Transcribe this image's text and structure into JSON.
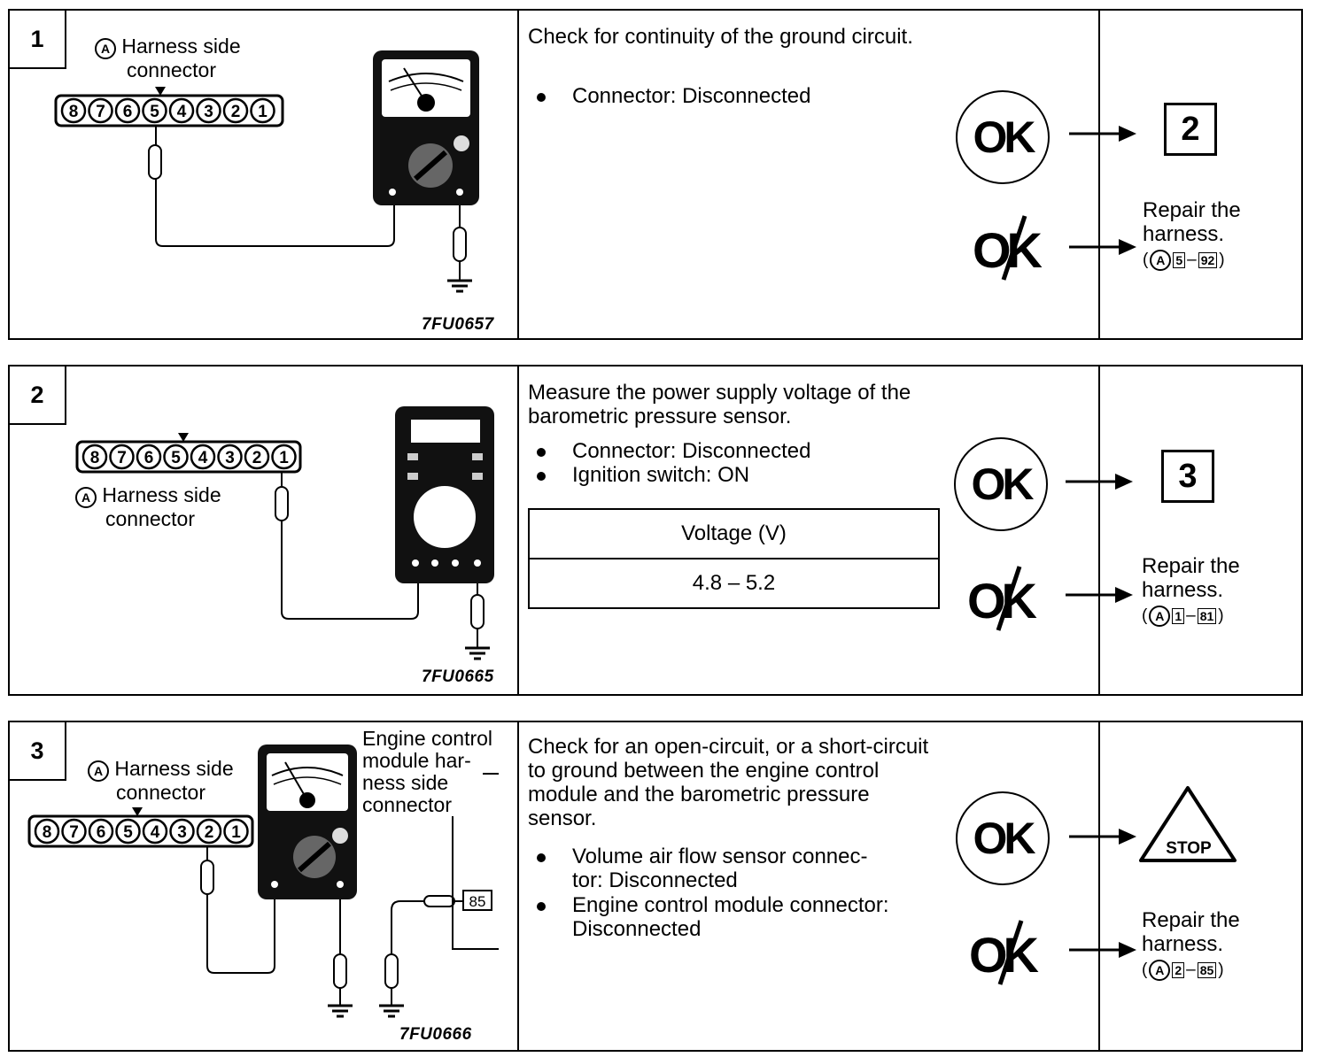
{
  "steps": [
    {
      "number": "1",
      "figure_code": "7FU0657",
      "harness_label_line1": "Harness side",
      "harness_label_line2": "connector",
      "connector_marker": "A",
      "pins": [
        "8",
        "7",
        "6",
        "5",
        "4",
        "3",
        "2",
        "1"
      ],
      "instruction": "Check for continuity of the ground circuit.",
      "bullets": [
        "Connector: Disconnected"
      ],
      "ok_label": "OK",
      "ok_next": "2",
      "ng_label": "OK",
      "ng_result_line1": "Repair the",
      "ng_result_line2": "harness.",
      "ng_ref_a": "5",
      "ng_ref_b": "92"
    },
    {
      "number": "2",
      "figure_code": "7FU0665",
      "harness_label_line1": "Harness side",
      "harness_label_line2": "connector",
      "connector_marker": "A",
      "pins": [
        "8",
        "7",
        "6",
        "5",
        "4",
        "3",
        "2",
        "1"
      ],
      "instruction": "Measure the power supply voltage of the barometric pressure sensor.",
      "bullets": [
        "Connector: Disconnected",
        "Ignition switch: ON"
      ],
      "table_header": "Voltage  (V)",
      "table_value": "4.8  –  5.2",
      "ok_label": "OK",
      "ok_next": "3",
      "ng_label": "OK",
      "ng_result_line1": "Repair the",
      "ng_result_line2": "harness.",
      "ng_ref_a": "1",
      "ng_ref_b": "81"
    },
    {
      "number": "3",
      "figure_code": "7FU0666",
      "harness_label_line1": "Harness side",
      "harness_label_line2": "connector",
      "connector_marker": "A",
      "pins": [
        "8",
        "7",
        "6",
        "5",
        "4",
        "3",
        "2",
        "1"
      ],
      "ecm_label": [
        "Engine control",
        "module har-",
        "ness side",
        "connector"
      ],
      "ecm_pin": "85",
      "instruction": "Check for an open-circuit, or a short-circuit to ground between the engine control module and the barometric pressure sensor.",
      "bullets": [
        "Volume air flow sensor connec-",
        "tor: Disconnected",
        "Engine control module connector:",
        "Disconnected"
      ],
      "ok_label": "OK",
      "ok_result": "STOP",
      "ng_label": "OK",
      "ng_result_line1": "Repair the",
      "ng_result_line2": "harness.",
      "ng_ref_a": "2",
      "ng_ref_b": "85"
    }
  ],
  "colors": {
    "ink": "#000000",
    "paper": "#ffffff"
  }
}
